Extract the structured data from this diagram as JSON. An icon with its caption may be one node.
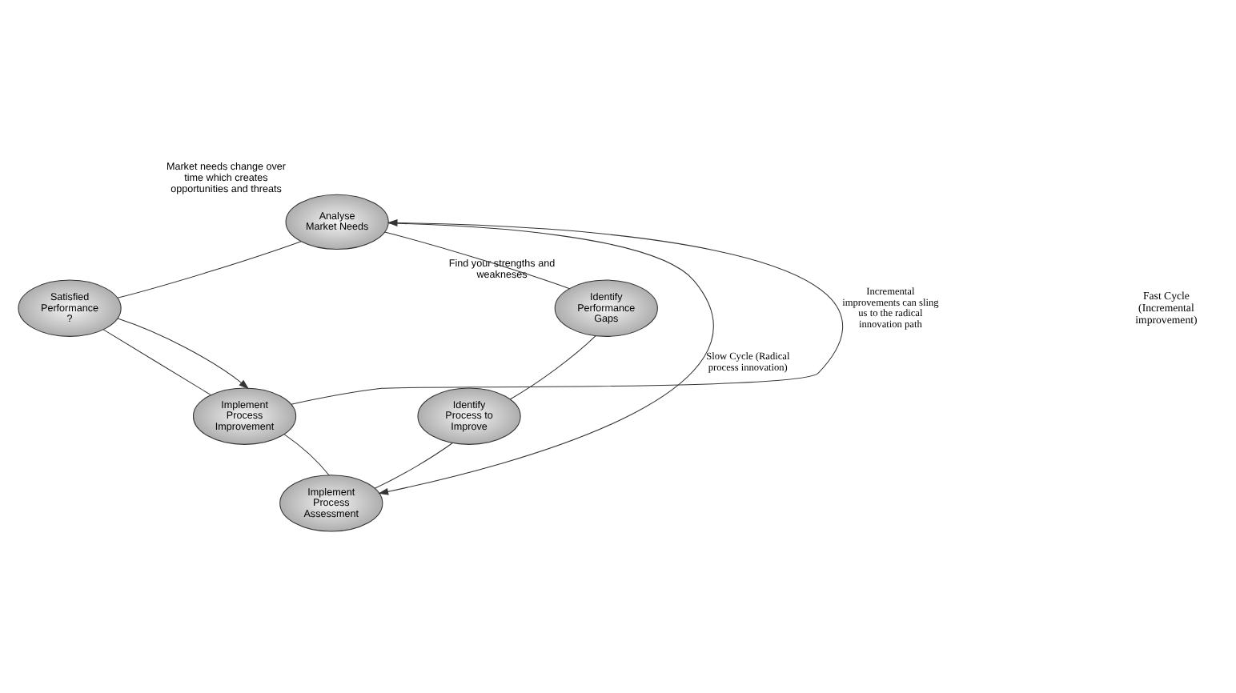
{
  "diagram": {
    "nodes": [
      {
        "text": [
          "Analyse Market Needs"
        ],
        "beside": [
          "Market needs change over time which creates opportunities and threats"
        ]
      },
      {
        "text": [
          "Identify Performance Gaps"
        ],
        "beside": [
          "Find your strengths and weakneses"
        ]
      },
      {
        "text": [
          "Identify Process to Improve"
        ]
      },
      {
        "text": [
          "Implement Process Assessment"
        ]
      },
      {
        "text": [
          "Implement Process Improvement"
        ]
      },
      {
        "text": [
          "Satisfied Performance ?"
        ]
      }
    ],
    "edges": [
      {
        "from": 0,
        "to": 1,
        "arrow": "none"
      },
      {
        "from": 1,
        "to": 2,
        "arrow": "none"
      },
      {
        "from": 2,
        "to": 3,
        "arrow": "none"
      },
      {
        "from": 3,
        "to": 4,
        "arrow": "none"
      },
      {
        "from": 4,
        "to": 5,
        "arrow": "none"
      },
      {
        "from": 5,
        "to": 0,
        "arrow": "none"
      },
      {
        "from": 5,
        "to": 4,
        "arrow": "to"
      },
      {
        "from": 0,
        "to": 3,
        "arrow": "to",
        "label": "Slow Cycle (Radical process innovation)"
      },
      {
        "from": 4,
        "to": 0,
        "arrow": "to",
        "label": "Incremental improvements can sling us to the radical innovation path"
      }
    ],
    "labels": [
      "Fast Cycle (Incremental improvement)"
    ]
  }
}
